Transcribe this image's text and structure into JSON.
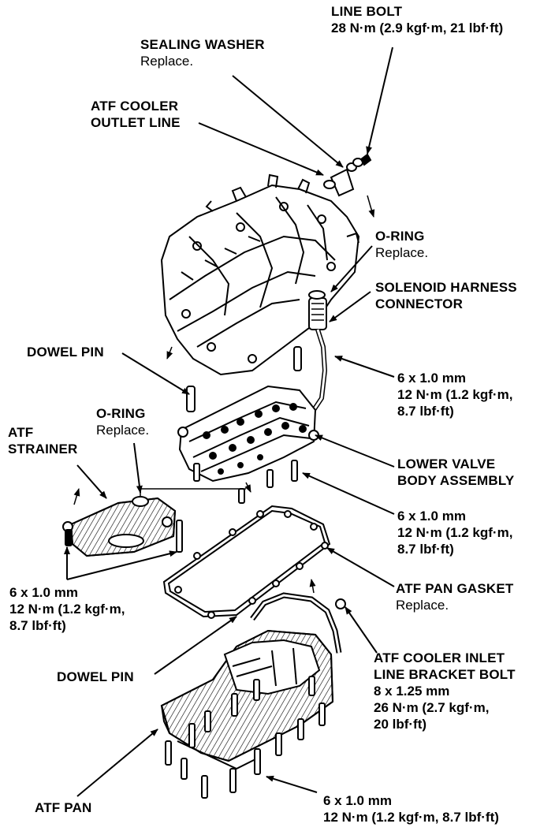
{
  "labels": {
    "line_bolt": {
      "title": "LINE BOLT",
      "spec": "28 N·m (2.9 kgf·m, 21 lbf·ft)"
    },
    "sealing_washer": {
      "title": "SEALING WASHER",
      "note": "Replace."
    },
    "atf_cooler_outlet_line": {
      "line1": "ATF COOLER",
      "line2": "OUTLET LINE"
    },
    "o_ring_upper": {
      "title": "O-RING",
      "note": "Replace."
    },
    "solenoid_harness_connector": {
      "line1": "SOLENOID HARNESS",
      "line2": "CONNECTOR"
    },
    "dowel_pin_upper": {
      "title": "DOWEL PIN"
    },
    "bolt_right_upper": {
      "size": "6 x 1.0 mm",
      "torque1": "12 N·m (1.2 kgf·m,",
      "torque2": "8.7 lbf·ft)"
    },
    "o_ring_strainer": {
      "title": "O-RING",
      "note": "Replace."
    },
    "atf_strainer": {
      "line1": "ATF",
      "line2": "STRAINER"
    },
    "lower_valve_body": {
      "line1": "LOWER VALVE",
      "line2": "BODY ASSEMBLY"
    },
    "bolt_right_middle": {
      "size": "6 x 1.0 mm",
      "torque1": "12 N·m (1.2 kgf·m,",
      "torque2": "8.7 lbf·ft)"
    },
    "bolt_left": {
      "size": "6 x 1.0 mm",
      "torque1": "12 N·m (1.2 kgf·m,",
      "torque2": "8.7 lbf·ft)"
    },
    "atf_pan_gasket": {
      "title": "ATF PAN GASKET",
      "note": "Replace."
    },
    "dowel_pin_lower": {
      "title": "DOWEL PIN"
    },
    "atf_cooler_inlet_bracket_bolt": {
      "line1": "ATF COOLER INLET",
      "line2": "LINE BRACKET BOLT",
      "size": "8 x 1.25 mm",
      "torque1": "26 N·m (2.7 kgf·m,",
      "torque2": "20 lbf·ft)"
    },
    "atf_pan": {
      "title": "ATF PAN"
    },
    "bolt_bottom": {
      "size": "6 x 1.0 mm",
      "torque": "12 N·m (1.2 kgf·m, 8.7 lbf·ft)"
    }
  }
}
